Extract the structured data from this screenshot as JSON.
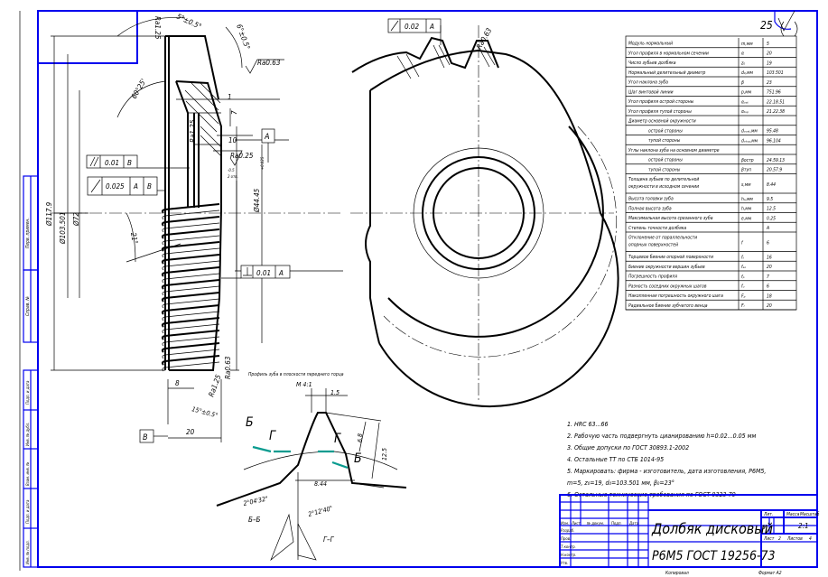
{
  "roughness_general": "25",
  "table": {
    "rows": [
      {
        "param": "Модуль нормальный",
        "symbol": "m,мм",
        "value": "5"
      },
      {
        "param": "Угол профиля в нормальном сечении",
        "symbol": "α",
        "value": "20"
      },
      {
        "param": "Число зубьев долбяка",
        "symbol": "z₀",
        "value": "19"
      },
      {
        "param": "Нормальный делительный диаметр",
        "symbol": "d₀,мм",
        "value": "103.501"
      },
      {
        "param": "Угол наклона зуба",
        "symbol": "β",
        "value": "23"
      },
      {
        "param": "Шаг винтовой линии",
        "symbol": "p,мм",
        "value": "751.96"
      },
      {
        "param": "Угол профиля острой стороны",
        "symbol": "αₒₛₜ",
        "value": "22.18.51"
      },
      {
        "param": "Угол профиля тупой стороны",
        "symbol": "αₜᵤₚ",
        "value": "21.22.38"
      },
      {
        "param": "Диаметр основной окружности",
        "symbol": "",
        "value": ""
      },
      {
        "param": "острой стороны",
        "symbol": "dₒₒₛₜ,мм",
        "value": "95.48",
        "indent": true
      },
      {
        "param": "тупой стороны",
        "symbol": "dₒₜᵤₚ,мм",
        "value": "96.104",
        "indent": true
      },
      {
        "param": "Углы наклона зуба на основном диаметре",
        "symbol": "",
        "value": ""
      },
      {
        "param": "острой стороны",
        "symbol": "βостр",
        "value": "24.59.13",
        "indent": true
      },
      {
        "param": "тупой стороны",
        "symbol": "βтуп",
        "value": "20.57.9",
        "indent": true
      },
      {
        "param": "Толщина зубьев по делительной окружности в исходном сечении",
        "symbol": "s,мм",
        "value": "8.44",
        "double": true
      },
      {
        "param": "Высота головки зуба",
        "symbol": "hₐ,мм",
        "value": "9.5"
      },
      {
        "param": "Полная высота зуба",
        "symbol": "h,мм",
        "value": "12.5"
      },
      {
        "param": "Максимальная высота срезанного зуба",
        "symbol": "e,мм",
        "value": "0.25"
      },
      {
        "param": "Степень точности долбяка",
        "symbol": "",
        "value": "A"
      },
      {
        "param": "Отклонение от параллельности опорных поверхностей",
        "symbol": "f",
        "value": "6",
        "double": true
      },
      {
        "param": "Торцевое биение опорной поверхности",
        "symbol": "fₜ",
        "value": "16"
      },
      {
        "param": "Биение окружности вершин зубьев",
        "symbol": "fₐₒ",
        "value": "20"
      },
      {
        "param": "Погрешность профиля",
        "symbol": "fₚ",
        "value": "7"
      },
      {
        "param": "Разность соседних окружных шагов",
        "symbol": "fᵤ",
        "value": "6"
      },
      {
        "param": "Накопленная погрешность окружного шага",
        "symbol": "Fₚ",
        "value": "18"
      },
      {
        "param": "Радиальное биение зубчатого венца",
        "symbol": "Fᵣ",
        "value": "20"
      }
    ]
  },
  "notes": [
    "1. HRC 63...66",
    "2. Рабочую часть подвергнуть цианированию h=0.02...0.05 мм",
    "3. Общие допуски по ГОСТ 30893.1-2002",
    "4. Остальные ТТ по СТБ 1014-95",
    "5. Маркировать: фирма - изготовитель, дата изготовления, Р6М5,",
    "m=5, z₀=19, d₀=103.501 мм, β₀=23°",
    "6. Остальные технические требования по ГОСТ 9323-79"
  ],
  "title_block": {
    "name": "Долбяк дисковый",
    "material": "Р6М5 ГОСТ 19256-73",
    "headers": [
      "Изм.",
      "Лист",
      "№ докум.",
      "Подп.",
      "Дата"
    ],
    "roles": [
      "Разраб.",
      "Пров.",
      "Т.контр.",
      "Н.контр.",
      "Утв."
    ],
    "lit_label": "Лит.",
    "mass_label": "Масса",
    "scale_label": "Масштаб",
    "lit_value": "У",
    "scale_value": "2:1",
    "sheet_label": "Лист",
    "sheet_value": "2",
    "sheets_label": "Листов",
    "sheets_value": "4",
    "copied": "Копировал",
    "format": "Формат A2"
  },
  "side_stamps": {
    "upper": [
      "Перв. примен.",
      "Справ. №"
    ],
    "lower": [
      "Подп. и дата",
      "Инв. № дубл.",
      "Взам. инв. №",
      "Подп. и дата",
      "Инв. № подл."
    ]
  },
  "annotations": {
    "angle_top": "5°±0.5°",
    "angle_top2": "6°±0.5°",
    "ra063_top": "Ra0.63",
    "ra125_top": "Ra1.25",
    "angle_6025": "60°25'",
    "dim_1": "1",
    "dim_7": "7",
    "dim_10": "10",
    "datum_a": "A",
    "ra125_mid": "Ra1.25",
    "ra025": "Ra0.25",
    "tol_par_value": "0.01",
    "tol_par_datum": "B",
    "tol_run_value": "0.025",
    "tol_run_datum1": "A",
    "tol_run_datum2": "B",
    "dia_117": "Ø117.9",
    "dia_103": "Ø103.501",
    "dia_72": "Ø72",
    "angle_21": "21°",
    "dia_44": "Ø44.45",
    "dia_44_tol": "+0.025",
    "fit_note1": "-0.5",
    "fit_note2": "2 отв.",
    "tol_perp_value": "0.01",
    "tol_perp_datum": "A",
    "dim_8": "8",
    "ra125_bot": "Ra1.25",
    "ra063_bot": "Ra0.63",
    "angle_15": "15°±0.5°",
    "dim_20": "20",
    "datum_b": "B",
    "tol_gear_value": "0.02",
    "tol_gear_datum": "A",
    "ra063_gear": "Ra0.63"
  },
  "section": {
    "title": "Профиль зуба в плоскости переднего торца",
    "scale": "М 4:1",
    "dim_15": "1.5",
    "dim_68": "6.8",
    "dim_125": "12.5",
    "dim_844": "8.44",
    "angle_1": "2°04'32\"",
    "angle_2": "2°12'40\"",
    "label_b1": "Б",
    "label_g1": "Г",
    "label_g2": "Г",
    "label_b2": "Б",
    "view_bb": "Б–Б",
    "view_gg": "Г–Г"
  }
}
